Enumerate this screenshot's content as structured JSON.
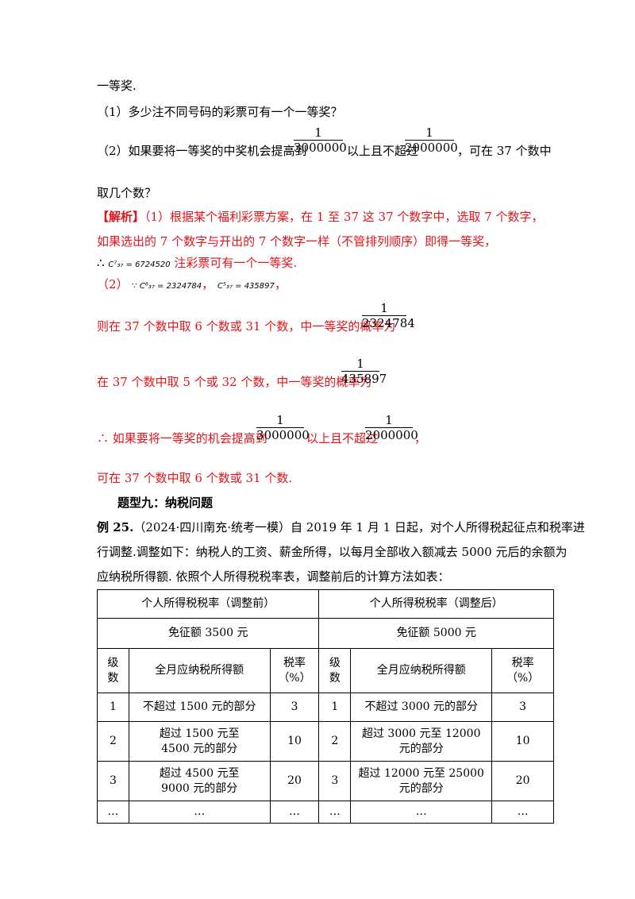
{
  "intro": {
    "line0": "一等奖.",
    "q1": "（1）多少注不同号码的彩票可有一个一等奖？",
    "q2_a": "（2）如果要将一等奖的中奖机会提高到",
    "q2_b": "以上且不超过",
    "q2_c": "，可在 37 个数中",
    "q2_d": "取几个数？",
    "frac1": {
      "num": "1",
      "den": "3000000"
    },
    "frac2": {
      "num": "1",
      "den": "2000000"
    }
  },
  "solution": {
    "tag": "【解析】",
    "s1": "（1）根据某个福利彩票方案，在 1 至 37 这 37 个数字中，选取 7 个数字，",
    "s2": "如果选出的 7 个数字与开出的 7 个数字一样（不管排列顺序）即得一等奖，",
    "s3_pre": "∴",
    "s3_math": "C⁷₃₇ = 6724520",
    "s3_text": "注彩票可有一个一等奖.",
    "s4_pre": "（2）",
    "s4_math1": "∵ C⁶₃₇ = 2324784",
    "s4_sep": "，",
    "s4_math2": "C⁵₃₇ = 435897",
    "s4_end": "，",
    "s5_text": "则在 37 个数中取 6 个数或 31 个数，中一等奖的概率为",
    "s5_frac": {
      "num": "1",
      "den": "2324784"
    },
    "s6_text": "在 37 个数中取 5 个或 32 个数，中一等奖的概率为",
    "s6_frac": {
      "num": "1",
      "den": "435897"
    },
    "s7_a": "∴ 如果要将一等奖的机会提高到",
    "s7_frac1": {
      "num": "1",
      "den": "3000000"
    },
    "s7_b": "以上且不超过",
    "s7_frac2": {
      "num": "1",
      "den": "2000000"
    },
    "s7_c": "，",
    "s8": "可在 37 个数中取 6 个数或 31 个数."
  },
  "section": {
    "title": "题型九：纳税问题"
  },
  "example": {
    "label": "例 25.",
    "l1": "（2024·四川南充·统考一模）自 2019 年 1 月 1 日起，对个人所得税起征点和税率进",
    "l2": "行调整.调整如下：纳税人的工资、薪金所得，以每月全部收入额减去 5000 元后的余额为",
    "l3": "应纳税所得额. 依照个人所得税税率表，调整前后的计算方法如表："
  },
  "table": {
    "head_before": "个人所得税税率（调整前）",
    "head_after": "个人所得税税率（调整后）",
    "exempt_before": "免征额 3500 元",
    "exempt_after": "免征额 5000 元",
    "col_level": "级数",
    "col_income": "全月应纳税所得额",
    "col_rate_a": "税率",
    "col_rate_b": "（%）",
    "rows": [
      {
        "lv1": "1",
        "inc1": "不超过 1500 元的部分",
        "r1": "3",
        "lv2": "1",
        "inc2": "不超过 3000 元的部分",
        "r2": "3"
      },
      {
        "lv1": "2",
        "inc1": "超过 1500 元至 4500 元的部分",
        "r1": "10",
        "lv2": "2",
        "inc2": "超过 3000 元至 12000 元的部分",
        "r2": "10"
      },
      {
        "lv1": "3",
        "inc1": "超过 4500 元至 9000 元的部分",
        "r1": "20",
        "lv2": "3",
        "inc2": "超过 12000 元至 25000 元的部分",
        "r2": "20"
      },
      {
        "lv1": "…",
        "inc1": "…",
        "r1": "…",
        "lv2": "…",
        "inc2": "…",
        "r2": "…"
      }
    ]
  }
}
